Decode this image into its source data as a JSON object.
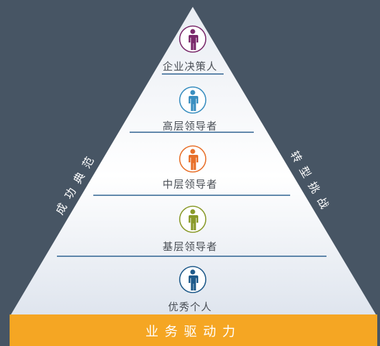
{
  "levels": [
    {
      "label": "企业决策人",
      "icon": "person-icon",
      "color": "#7b2a6b"
    },
    {
      "label": "高层领导者",
      "icon": "person-icon",
      "color": "#3a8fc0"
    },
    {
      "label": "中层领导者",
      "icon": "person-icon",
      "color": "#e8702a"
    },
    {
      "label": "基层领导者",
      "icon": "person-icon",
      "color": "#8a9a2a"
    },
    {
      "label": "优秀个人",
      "icon": "person-icon",
      "color": "#1f5a8a"
    }
  ],
  "left_caption": "成功典范",
  "right_caption": "转型挑战",
  "base_label": "业务驱动力",
  "colors": {
    "background": "#475564",
    "pyramid_light": "#dde3ec",
    "pyramid_white": "#ffffff",
    "divider": "#2a5f8f",
    "base": "#f5a623"
  }
}
